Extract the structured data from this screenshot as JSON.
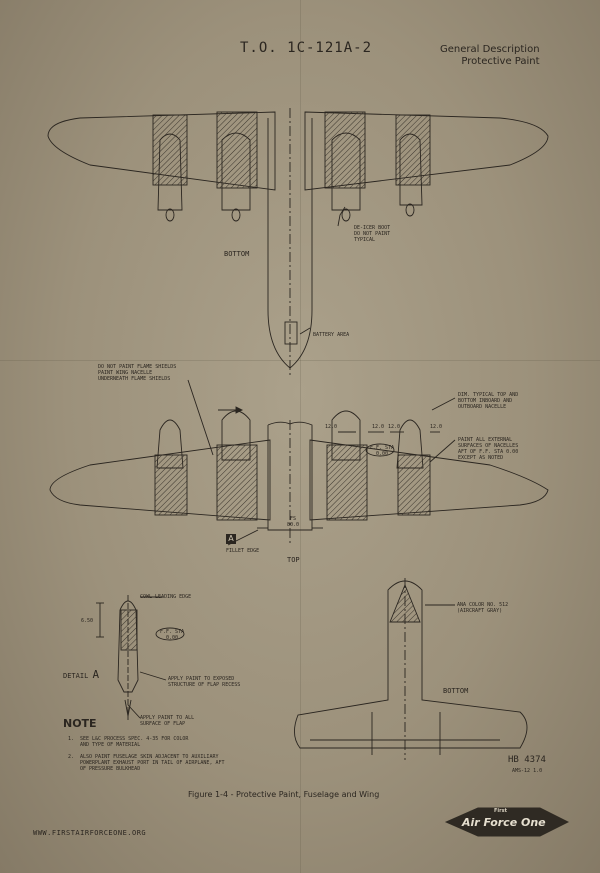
{
  "header": {
    "doc_number": "T.O.  1C-121A-2",
    "section_line1": "General Description",
    "section_line2": "Protective Paint"
  },
  "views": {
    "bottom_label": "BOTTOM",
    "top_label": "TOP",
    "detail_label": "DETAIL",
    "detail_letter": "A",
    "callout_letter": "A"
  },
  "callouts": {
    "deicer_1": "DE-ICER BOOT",
    "deicer_2": "DO NOT PAINT",
    "deicer_3": "TYPICAL",
    "battery": "BATTERY AREA",
    "flame_1": "DO NOT PAINT FLAME SHIELDS",
    "flame_2": "PAINT WING NACELLE",
    "flame_3": "UNDERNEATH FLAME SHIELDS",
    "dim_1": "DIM. TYPICAL TOP AND",
    "dim_2": "BOTTOM INBOARD AND",
    "dim_3": "OUTBOARD NACELLE",
    "ext_1": "PAINT ALL EXTERNAL",
    "ext_2": "SURFACES OF NACELLES",
    "ext_3": "AFT OF F.F. STA 0.00",
    "ext_4": "EXCEPT AS NOTED",
    "ff_sta_1": "F.F. STA",
    "ff_sta_2": "0.00",
    "fillet": "FILLET EDGE",
    "cowl": "COWL LEADING EDGE",
    "ff_sta_detail_1": "F.F. STA",
    "ff_sta_detail_2": "0.00",
    "expose_1": "APPLY PAINT TO EXPOSED",
    "expose_2": "STRUCTURE OF FLAP RECESS",
    "flap_1": "APPLY PAINT TO ALL",
    "flap_2": "SURFACE OF FLAP",
    "anm_1": "ANA COLOR NO. 512",
    "anm_2": "(AIRCRAFT GRAY)",
    "dim_val": "12.0",
    "dim_side": "6.50",
    "fs_1": "FS",
    "fs_2": "80.0"
  },
  "notes": {
    "heading": "NOTE",
    "n1_num": "1.",
    "n1_a": "SEE L&C PROCESS SPEC. 4-35 FOR COLOR",
    "n1_b": "AND TYPE OF MATERIAL",
    "n2_num": "2.",
    "n2_a": "ALSO PAINT FUSELAGE SKIN ADJACENT TO AUXILIARY",
    "n2_b": "POWERPLANT EXHAUST PORT IN TAIL OF AIRPLANE, AFT",
    "n2_c": "OF PRESSURE BULKHEAD"
  },
  "footer": {
    "figure_caption": "Figure 1-4 - Protective Paint, Fuselage and Wing",
    "website": "WWW.FIRSTAIRFORCEONE.ORG",
    "hb_number": "HB  4374",
    "hb_sub": "AMS-12 1.0",
    "logo_first": "First",
    "logo_main": "Air Force One"
  },
  "colors": {
    "paper": "#a59a84",
    "ink": "#2b2620",
    "hatch": "#3a342c"
  }
}
